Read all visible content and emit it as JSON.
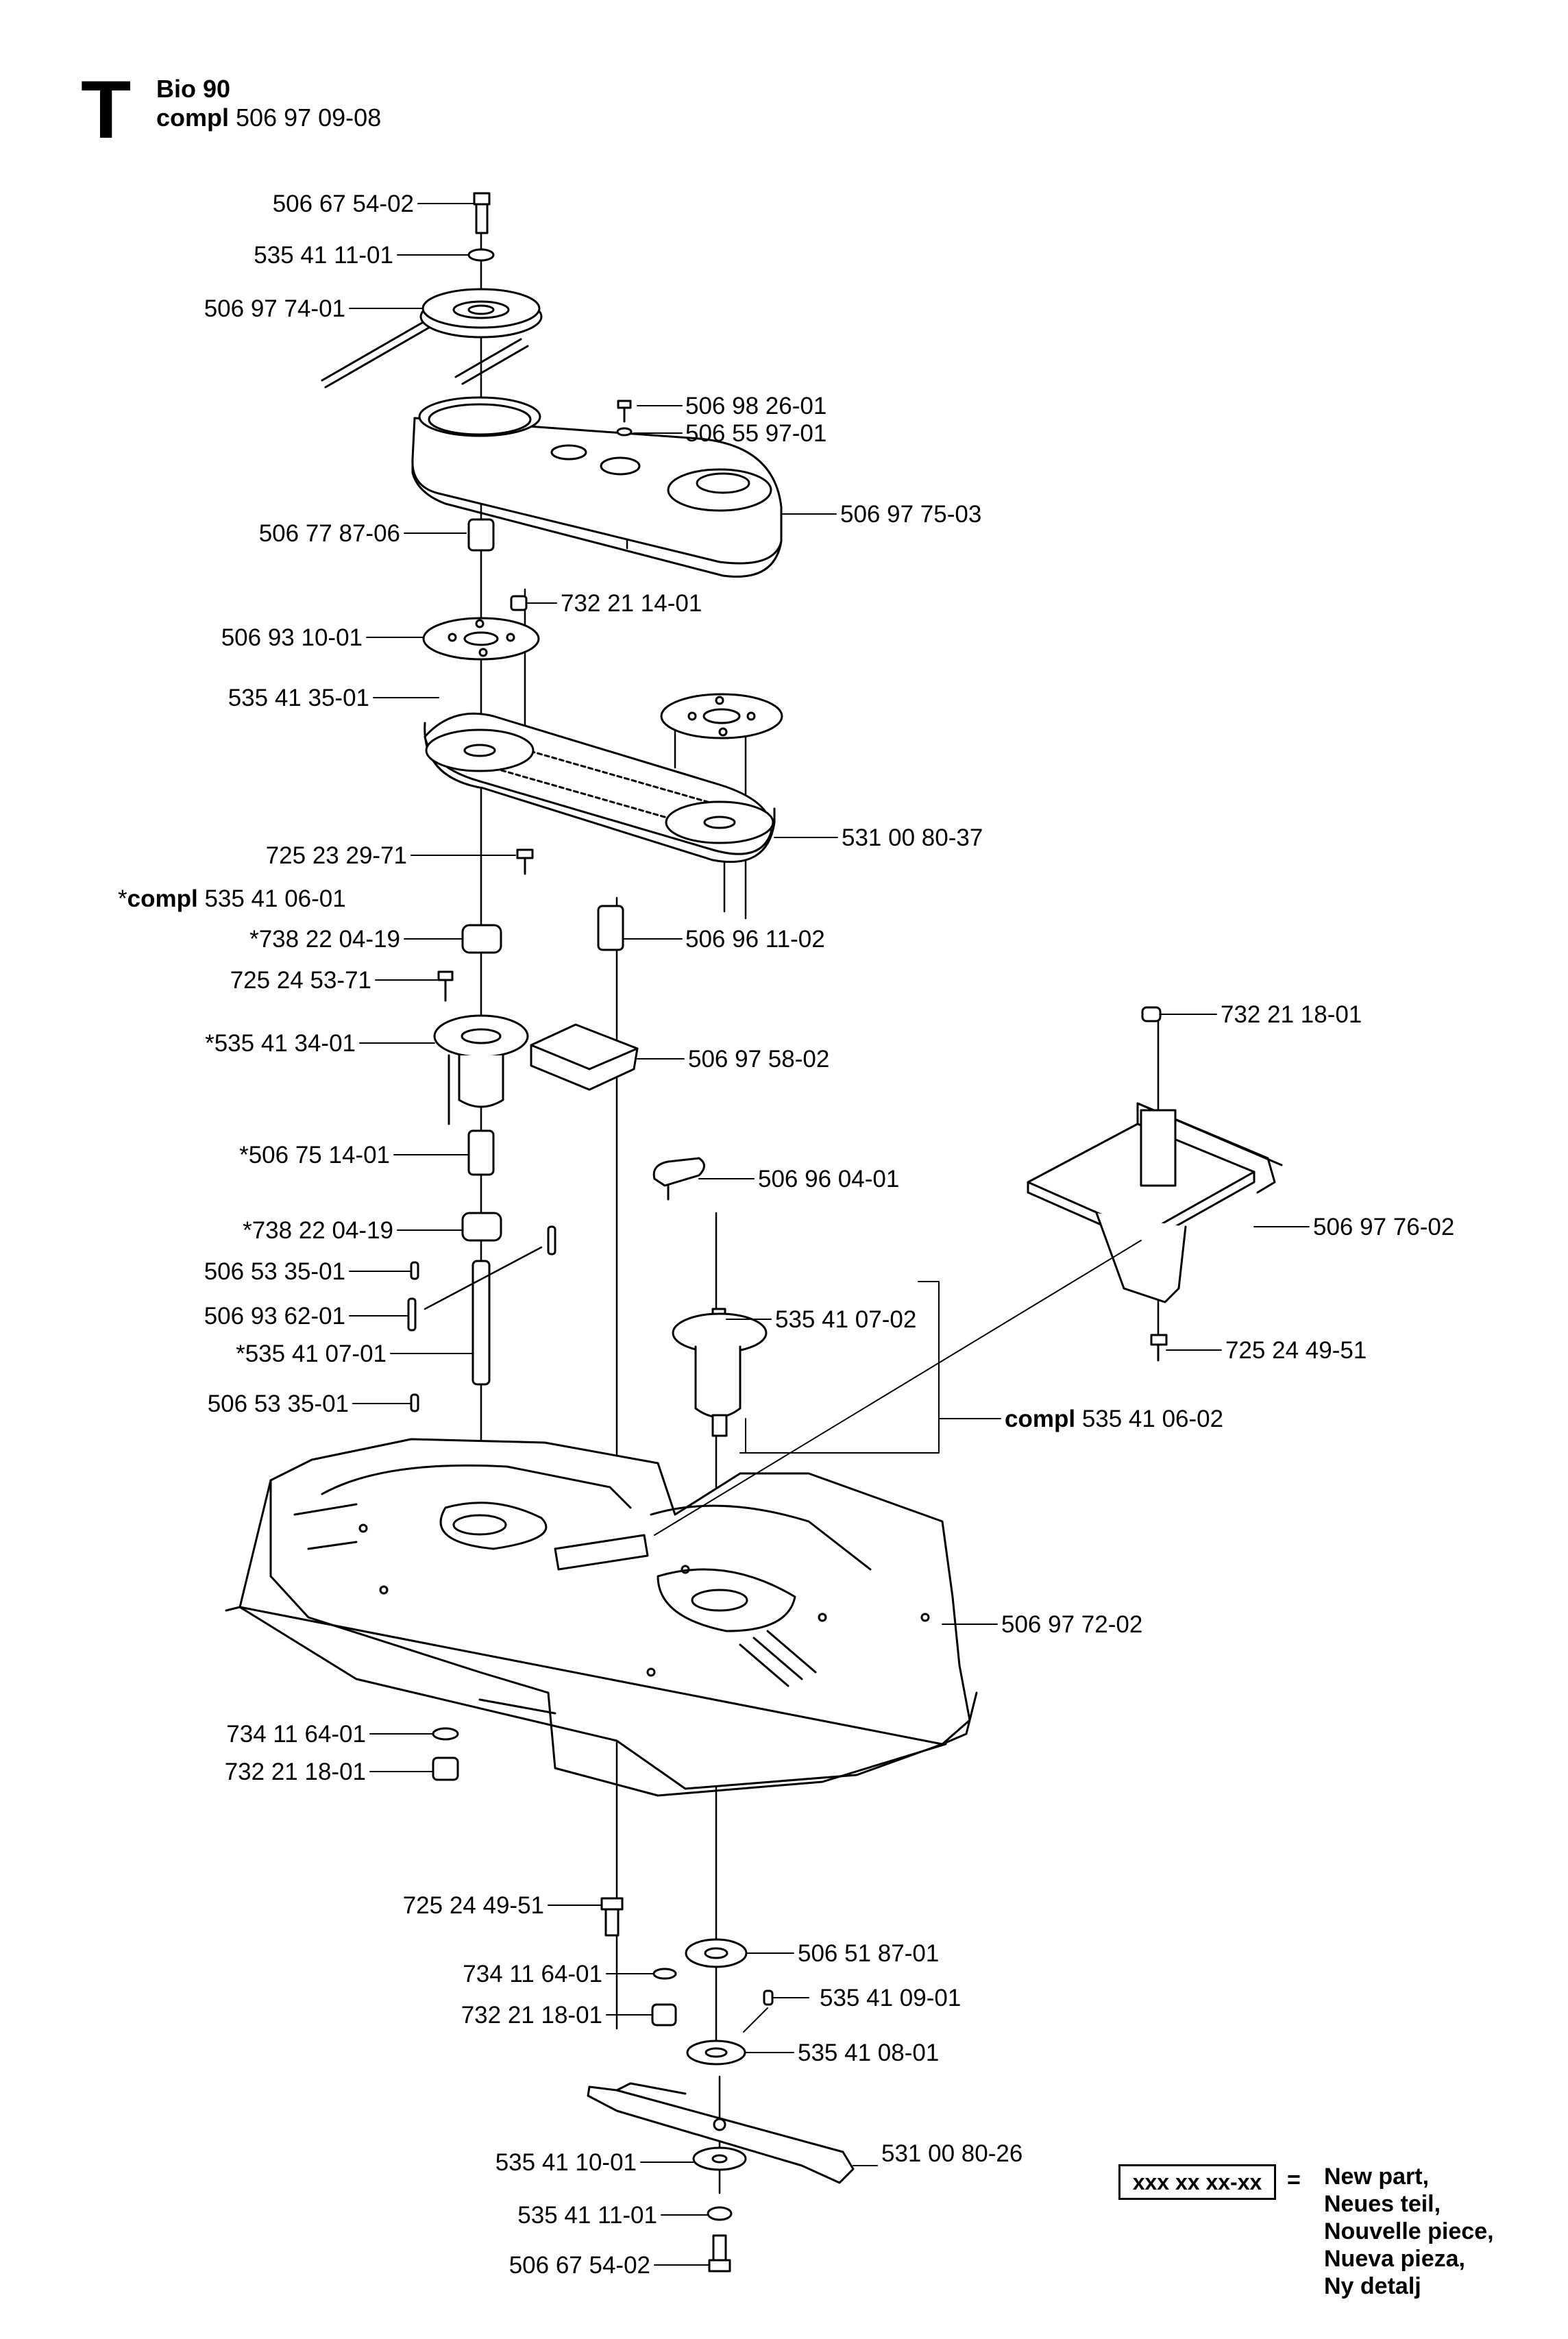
{
  "header": {
    "section_letter": "T",
    "model": "Bio 90",
    "compl_word": "compl",
    "compl_number": "506 97 09-08"
  },
  "parts": [
    {
      "id": "p01",
      "number": "506 67 54-02",
      "star": false
    },
    {
      "id": "p02",
      "number": "535 41 11-01",
      "star": false
    },
    {
      "id": "p03",
      "number": "506 97 74-01",
      "star": false
    },
    {
      "id": "p04",
      "number": "506 98 26-01",
      "star": false
    },
    {
      "id": "p05",
      "number": "506 55 97-01",
      "star": false
    },
    {
      "id": "p06",
      "number": "506 97 75-03",
      "star": false
    },
    {
      "id": "p07",
      "number": "506 77 87-06",
      "star": false
    },
    {
      "id": "p08",
      "number": "732 21 14-01",
      "star": false
    },
    {
      "id": "p09",
      "number": "506 93 10-01",
      "star": false
    },
    {
      "id": "p10",
      "number": "535 41 35-01",
      "star": false
    },
    {
      "id": "p11",
      "number": "531 00 80-37",
      "star": false
    },
    {
      "id": "p12",
      "number": "725 23 29-71",
      "star": false
    },
    {
      "id": "p13",
      "number": "535 41 06-01",
      "star": true,
      "prefix": "compl"
    },
    {
      "id": "p14",
      "number": "738 22 04-19",
      "star": true
    },
    {
      "id": "p15",
      "number": "506 96 11-02",
      "star": false
    },
    {
      "id": "p16",
      "number": "725 24 53-71",
      "star": false
    },
    {
      "id": "p17",
      "number": "535 41 34-01",
      "star": true
    },
    {
      "id": "p18",
      "number": "506 97 58-02",
      "star": false
    },
    {
      "id": "p19",
      "number": "732 21 18-01",
      "star": false
    },
    {
      "id": "p20",
      "number": "506 75 14-01",
      "star": true
    },
    {
      "id": "p21",
      "number": "506 96 04-01",
      "star": false
    },
    {
      "id": "p22",
      "number": "738 22 04-19",
      "star": true
    },
    {
      "id": "p23",
      "number": "506 97 76-02",
      "star": false
    },
    {
      "id": "p24",
      "number": "506 53 35-01",
      "star": false
    },
    {
      "id": "p25",
      "number": "535 41 07-02",
      "star": false
    },
    {
      "id": "p26",
      "number": "506 93 62-01",
      "star": false
    },
    {
      "id": "p27",
      "number": "725 24 49-51",
      "star": false
    },
    {
      "id": "p28",
      "number": "535 41 07-01",
      "star": true
    },
    {
      "id": "p29",
      "number": "506 53 35-01",
      "star": false
    },
    {
      "id": "p30",
      "number": "535 41 06-02",
      "star": false,
      "prefix": "compl"
    },
    {
      "id": "p31",
      "number": "506 97 72-02",
      "star": false
    },
    {
      "id": "p32",
      "number": "734 11 64-01",
      "star": false
    },
    {
      "id": "p33",
      "number": "732 21 18-01",
      "star": false
    },
    {
      "id": "p34",
      "number": "725 24 49-51",
      "star": false
    },
    {
      "id": "p35",
      "number": "506 51 87-01",
      "star": false
    },
    {
      "id": "p36",
      "number": "734 11 64-01",
      "star": false
    },
    {
      "id": "p37",
      "number": "535 41 09-01",
      "star": false
    },
    {
      "id": "p38",
      "number": "732 21 18-01",
      "star": false
    },
    {
      "id": "p39",
      "number": "535 41 08-01",
      "star": false
    },
    {
      "id": "p40",
      "number": "535 41 10-01",
      "star": false
    },
    {
      "id": "p41",
      "number": "531 00 80-26",
      "star": false
    },
    {
      "id": "p42",
      "number": "535 41 11-01",
      "star": false
    },
    {
      "id": "p43",
      "number": "506 67 54-02",
      "star": false
    }
  ],
  "legend": {
    "box_text": "xxx xx xx-xx",
    "equals": "=",
    "lines": [
      "New part,",
      "Neues teil,",
      "Nouvelle piece,",
      "Nueva pieza,",
      "Ny detalj"
    ]
  }
}
